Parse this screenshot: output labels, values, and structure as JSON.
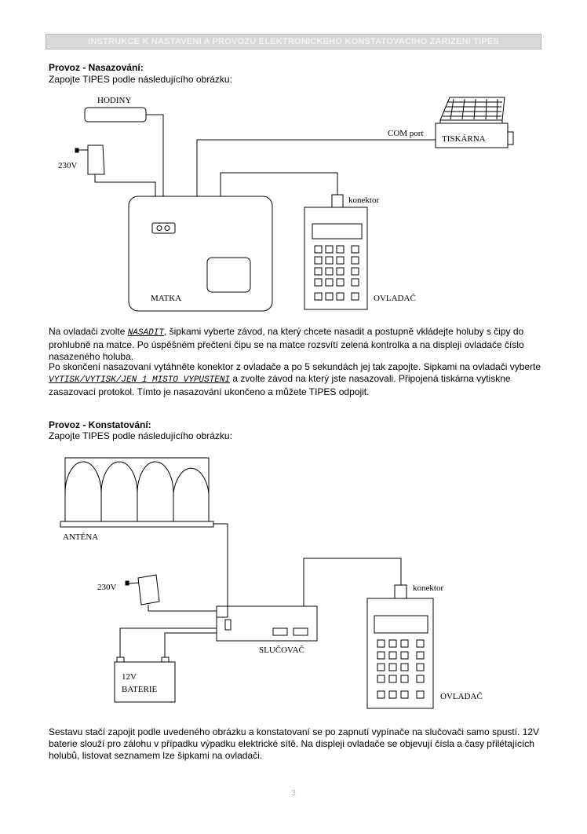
{
  "header": "INSTRUKCE K NASTAVENI A PROVOZU ELEKTRONICKEHO KONSTATOVACIHO ZARIZENI TIPES",
  "section1": {
    "title": "Provoz - Nasazování:",
    "intro": "Zapojte TIPES podle následujícího obrázku:",
    "diagram_labels": {
      "clock": "HODINY",
      "mains": "230V",
      "com": "COM port",
      "printer": "TISKÁRNA",
      "connector": "konektor",
      "base": "MATKA",
      "controller": "OVLADAČ"
    },
    "p1_a": "Na ovladači zvolte ",
    "p1_cmd": "NASADIT",
    "p1_b": ", šipkami vyberte závod, na který chcete nasadit a postupně vkládejte holuby s čipy do prohlubně na matce. Po úspěšném přečtení čipu se na matce rozsvítí zelená kontrolka a na displeji ovladače číslo nasazeného holuba.",
    "p2_a": "Po skončení nasazovaní vytáhněte konektor z ovladače a po 5 sekundách jej tak zapojte. Sipkami na ovladači vyberte ",
    "p2_cmd": "VYTISK/VYTISK/JEN 1 MISTO VYPUSTENI",
    "p2_b": " a zvolte závod na který jste nasazovali. Připojená tiskárna vytiskne zasazovací protokol. Tímto je nasazování ukončeno a můžete TIPES odpojit."
  },
  "section2": {
    "title": "Provoz - Konstatování:",
    "intro": "Zapojte TIPES podle následujícího obrázku:",
    "diagram_labels": {
      "antenna": "ANTÉNA",
      "mains": "230V",
      "connector": "konektor",
      "merger": "SLUČOVAČ",
      "battery_1": "12V",
      "battery_2": "BATERIE",
      "controller": "OVLADAČ"
    },
    "p1": "Sestavu stačí zapojit podle uvedeného obrázku a konstatovaní se po zapnutí vypínače na slučovači samo spustí. 12V baterie slouží pro zálohu v případku výpadku elektrické sítě. Na displeji ovladače se objevují čísla a časy přilétajících holubů, listovat seznamem lze šipkami na ovladači."
  },
  "page_number": "3"
}
